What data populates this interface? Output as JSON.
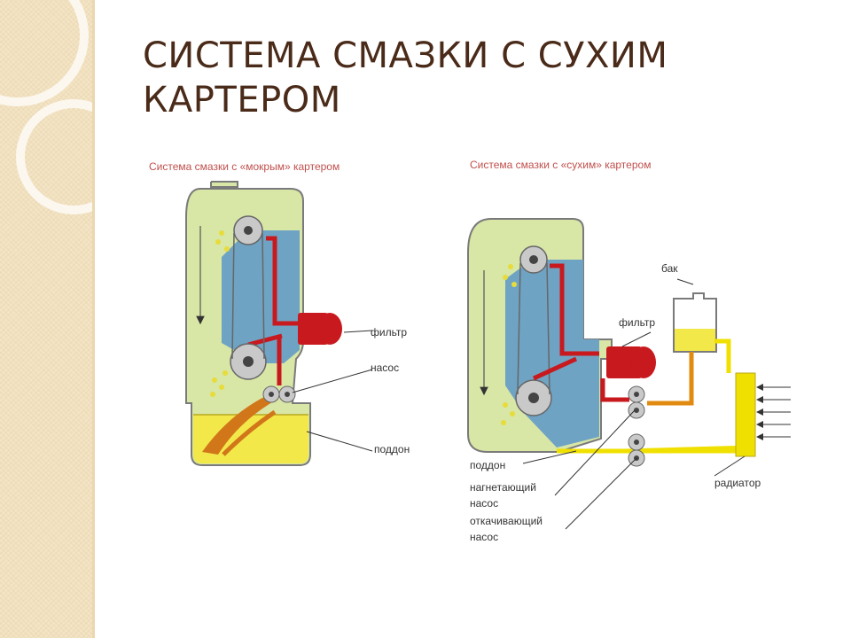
{
  "slide": {
    "title": "СИСТЕМА СМАЗКИ С СУХИМ КАРТЕРОМ"
  },
  "diagram_left": {
    "caption": "Система смазки с «мокрым» картером",
    "labels": {
      "filter": "фильтр",
      "pump": "насос",
      "sump": "поддон"
    }
  },
  "diagram_right": {
    "caption": "Система смазки с «сухим» картером",
    "labels": {
      "tank": "бак",
      "filter": "фильтр",
      "sump": "поддон",
      "pressure_pump_1": "нагнетающий",
      "pressure_pump_2": "насос",
      "scavenge_pump_1": "откачивающий",
      "scavenge_pump_2": "насос",
      "radiator": "радиатор"
    }
  },
  "colors": {
    "engine_body": "#d8e6a6",
    "engine_outline": "#7a7a7a",
    "crank_chamber": "#6fa3c4",
    "oil_pressure_line": "#c8191e",
    "oil_return_line": "#f0e000",
    "oil_hot_line": "#e08a10",
    "oil_pool": "#f2e84a",
    "side_band": "#f3e4c4",
    "title": "#4a2a18",
    "caption": "#c0504d"
  }
}
